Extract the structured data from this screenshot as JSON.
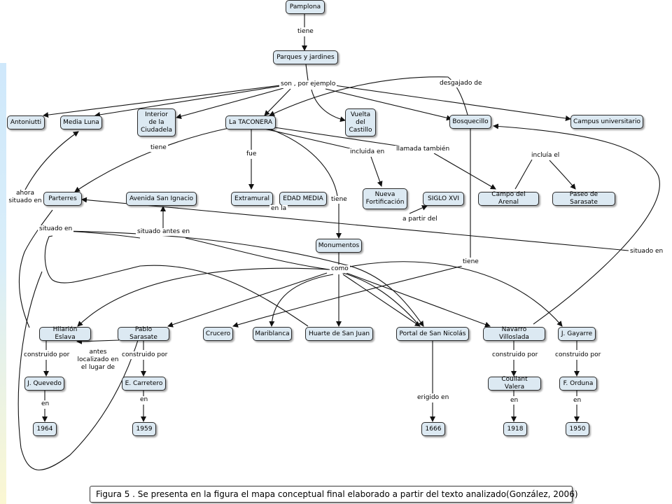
{
  "nodes": {
    "pamplona": "Pamplona",
    "parques": "Parques y jardines",
    "antoniutti": "Antoniutti",
    "media_luna": "Media Luna",
    "interior": "Interior de la Ciudadela",
    "taconera": "La TACONERA",
    "vuelta": "Vuelta del Castillo",
    "bosquecillo": "Bosquecillo",
    "campus": "Campus universitario",
    "parterres": "Parterres",
    "avenida": "Avenida San Ignacio",
    "extramural": "Extramural",
    "edad_media": "EDAD MEDIA",
    "nueva_fort": "Nueva Fortificación",
    "siglo": "SIGLO XVI",
    "campo_arenal": "Campo del Arenal",
    "paseo_sarasate": "Paseo de Sarasate",
    "monumentos": "Monumentos",
    "hilarion": "Hilarión Eslava",
    "pablo": "Pablo Sarasate",
    "crucero": "Crucero",
    "mariblanca": "Mariblanca",
    "huarte": "Huarte de San Juan",
    "portal": "Portal de San Nicolás",
    "navarro": "Navarro Villoslada",
    "gayarre": "J. Gayarre",
    "quevedo": "J. Quevedo",
    "carretero": "E. Carretero",
    "coullant": "Coullant Valera",
    "orduna": "F. Orduna",
    "y1964": "1964",
    "y1959": "1959",
    "y1666": "1666",
    "y1918": "1918",
    "y1950": "1950"
  },
  "links": {
    "tiene_1": "tiene",
    "son_por_ejemplo": "son , por ejemplo",
    "desgajado_de": "desgajado de",
    "tiene_2": "tiene",
    "fue": "fue",
    "incluida_en": "incluida en",
    "llamada_tambien": "llamada también",
    "incluia_el": "incluía el",
    "ahora_situado_en": "ahora situado en",
    "en_la": "en la",
    "tiene_3": "tiene",
    "a_partir_del": "a partir del",
    "situado_en_1": "situado en",
    "situado_antes_en": "situado antes en",
    "situado_en_2": "situado en",
    "tiene_4": "tiene",
    "como": "como",
    "construido_por_1": "construido por",
    "antes_localizado": "antes localizado en el lugar de",
    "construido_por_2": "construido por",
    "construido_por_3": "construido por",
    "construido_por_4": "construido por",
    "en_1": "en",
    "en_2": "en",
    "erigido_en": "erigido en",
    "en_3": "en",
    "en_4": "en"
  },
  "caption": "Figura 5 . Se presenta en la  figura el mapa conceptual final  elaborado a partir del texto analizado(González, 2006)",
  "colors": {
    "node_fill": "#dce9f2",
    "node_border": "#2b2b2b",
    "line": "#111111",
    "stripe_top": "#cfe8fb",
    "stripe_bottom": "#fbf7d2"
  }
}
